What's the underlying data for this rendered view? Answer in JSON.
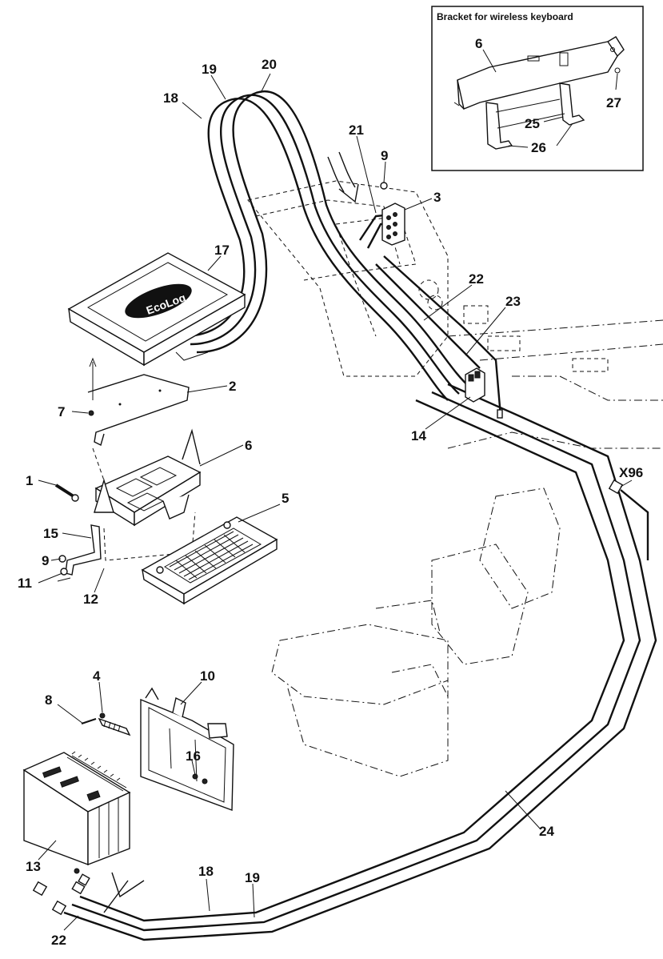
{
  "inset": {
    "title": "Bracket  for wireless keyboard",
    "labels": [
      "6",
      "27",
      "25",
      "26"
    ]
  },
  "screen_logo": "EcoLog",
  "callouts": {
    "c20": "20",
    "c19": "19",
    "c18": "18",
    "c21": "21",
    "c9a": "9",
    "c3": "3",
    "c17": "17",
    "c22a": "22",
    "c23": "23",
    "c2": "2",
    "c7": "7",
    "c14": "14",
    "c6": "6",
    "c1": "1",
    "c5": "5",
    "cX96": "X96",
    "c15": "15",
    "c9b": "9",
    "c11": "11",
    "c12": "12",
    "c4": "4",
    "c10": "10",
    "c8": "8",
    "c16": "16",
    "c13": "13",
    "c24": "24",
    "c18b": "18",
    "c19b": "19",
    "c22b": "22"
  }
}
